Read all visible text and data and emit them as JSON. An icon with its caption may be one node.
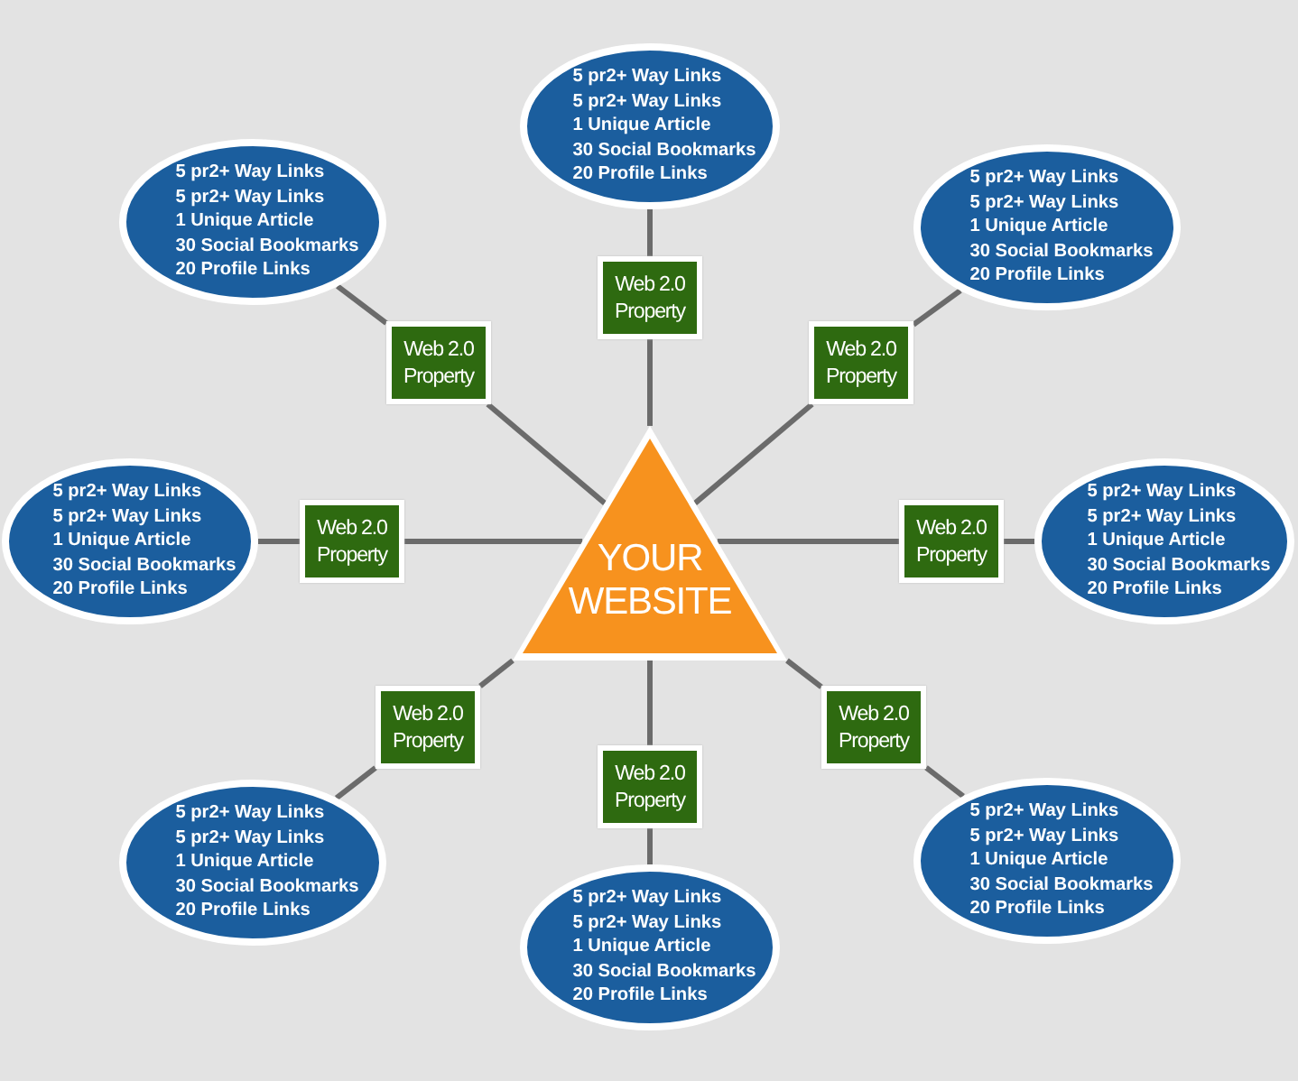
{
  "diagram": {
    "nodes": [
      {
        "text": [
          "5 pr2+ Way Links",
          "5 pr2+ Way Links",
          "1 Unique Article",
          "30 Social Bookmarks",
          "20 Profile Links"
        ]
      },
      {
        "text": [
          "5 pr2+ Way Links",
          "5 pr2+ Way Links",
          "1 Unique Article",
          "30 Social Bookmarks",
          "20 Profile Links"
        ]
      },
      {
        "text": [
          "5 pr2+ Way Links",
          "5 pr2+ Way Links",
          "1 Unique Article",
          "30 Social Bookmarks",
          "20 Profile Links"
        ]
      },
      {
        "text": [
          "Web 2.0 Property"
        ]
      },
      {
        "text": [
          "Web 2.0 Property"
        ]
      },
      {
        "text": [
          "Web 2.0 Property"
        ]
      },
      {
        "text": [
          "5 pr2+ Way Links",
          "5 pr2+ Way Links",
          "1 Unique Article",
          "30 Social Bookmarks",
          "20 Profile Links"
        ]
      },
      {
        "text": [
          "Web 2.0 Property"
        ]
      },
      {
        "text": [
          "YOUR WEBSITE"
        ]
      },
      {
        "text": [
          "Web 2.0 Property"
        ]
      },
      {
        "text": [
          "5 pr2+ Way Links",
          "5 pr2+ Way Links",
          "1 Unique Article",
          "30 Social Bookmarks",
          "20 Profile Links"
        ]
      },
      {
        "text": [
          "Web 2.0 Property"
        ]
      },
      {
        "text": [
          "Web 2.0 Property"
        ]
      },
      {
        "text": [
          "Web 2.0 Property"
        ]
      },
      {
        "text": [
          "5 pr2+ Way Links",
          "5 pr2+ Way Links",
          "1 Unique Article",
          "30 Social Bookmarks",
          "20 Profile Links"
        ]
      },
      {
        "text": [
          "5 pr2+ Way Links",
          "5 pr2+ Way Links",
          "1 Unique Article",
          "30 Social Bookmarks",
          "20 Profile Links"
        ]
      },
      {
        "text": [
          "5 pr2+ Way Links",
          "5 pr2+ Way Links",
          "1 Unique Article",
          "30 Social Bookmarks",
          "20 Profile Links"
        ]
      }
    ],
    "edges": [
      {
        "from": 0,
        "to": 3,
        "arrow": "none"
      },
      {
        "from": 3,
        "to": 8,
        "arrow": "none"
      },
      {
        "from": 1,
        "to": 4,
        "arrow": "none"
      },
      {
        "from": 4,
        "to": 8,
        "arrow": "none"
      },
      {
        "from": 2,
        "to": 5,
        "arrow": "none"
      },
      {
        "from": 5,
        "to": 8,
        "arrow": "none"
      },
      {
        "from": 6,
        "to": 7,
        "arrow": "none"
      },
      {
        "from": 7,
        "to": 8,
        "arrow": "none"
      },
      {
        "from": 10,
        "to": 9,
        "arrow": "none"
      },
      {
        "from": 9,
        "to": 8,
        "arrow": "none"
      },
      {
        "from": 14,
        "to": 11,
        "arrow": "none"
      },
      {
        "from": 11,
        "to": 8,
        "arrow": "none"
      },
      {
        "from": 15,
        "to": 12,
        "arrow": "none"
      },
      {
        "from": 12,
        "to": 8,
        "arrow": "none"
      },
      {
        "from": 16,
        "to": 13,
        "arrow": "none"
      },
      {
        "from": 13,
        "to": 8,
        "arrow": "none"
      }
    ]
  }
}
